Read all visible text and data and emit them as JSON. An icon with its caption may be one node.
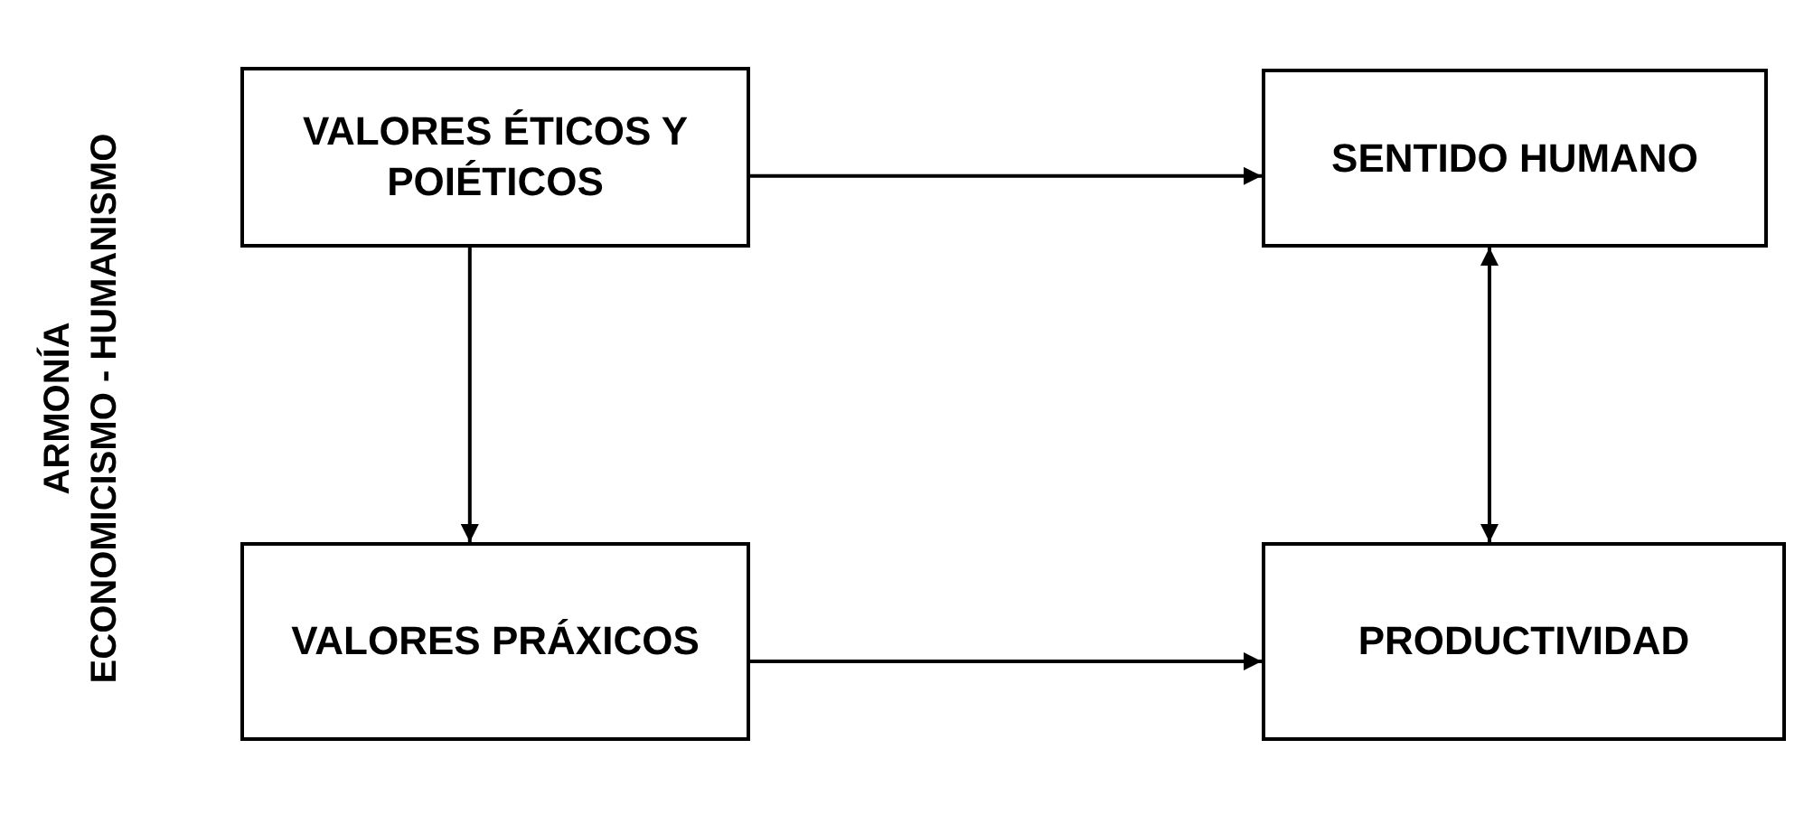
{
  "diagram": {
    "nodes": [
      {
        "text": [
          "VALORES ÉTICOS Y POIÉTICOS"
        ]
      },
      {
        "text": [
          "SENTIDO HUMANO"
        ]
      },
      {
        "text": [
          "VALORES PRÁXICOS"
        ]
      },
      {
        "text": [
          "PRODUCTIVIDAD"
        ]
      }
    ],
    "edges": [
      {
        "from": 0,
        "to": 1,
        "arrow": "to"
      },
      {
        "from": 0,
        "to": 2,
        "arrow": "to"
      },
      {
        "from": 2,
        "to": 3,
        "arrow": "to"
      },
      {
        "from": 3,
        "to": 1,
        "arrow": "both"
      }
    ],
    "labels": [
      "ARMONÍA",
      "ECONOMICISMO - HUMANISMO"
    ]
  }
}
